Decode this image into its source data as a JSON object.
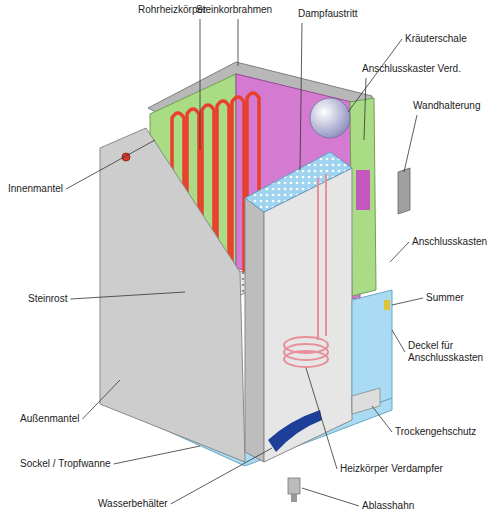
{
  "diagram": {
    "labels": [
      "Rohrheizkörper",
      "Steinkorbrahmen",
      "Dampfaustritt",
      "Kräuterschale",
      "Anschlusskaster Verd.",
      "Wandhalterung",
      "Innenmantel",
      "Anschlusskasten",
      "Summer",
      "Steinrost",
      "Deckel für Anschlusskasten",
      "Außenmantel",
      "Trockengehschutz",
      "Sockel / Tropfwanne",
      "Heizkörper Verdampfer",
      "Wasserbehälter",
      "Ablasshahn"
    ]
  }
}
